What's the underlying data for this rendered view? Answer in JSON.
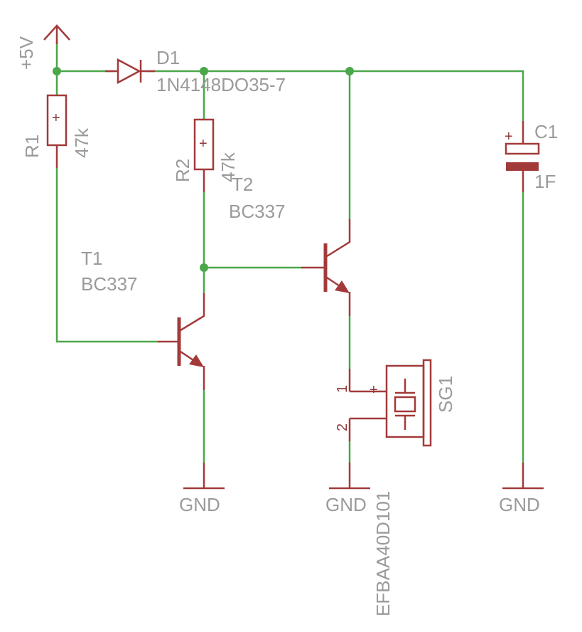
{
  "supply": {
    "label": "+5V"
  },
  "d1": {
    "name": "D1",
    "value": "1N4148DO35-7"
  },
  "r1": {
    "name": "R1",
    "value": "47k"
  },
  "r2": {
    "name": "R2",
    "value": "47k"
  },
  "c1": {
    "name": "C1",
    "value": "1F",
    "plus": "+"
  },
  "t1": {
    "name": "T1",
    "value": "BC337"
  },
  "t2": {
    "name": "T2",
    "value": "BC337"
  },
  "sg1": {
    "name": "SG1",
    "value": "EFBAA40D101",
    "pin1": "1",
    "pin2": "2",
    "plus": "+"
  },
  "gnd": {
    "label": "GND"
  },
  "resistor_mark": "+"
}
